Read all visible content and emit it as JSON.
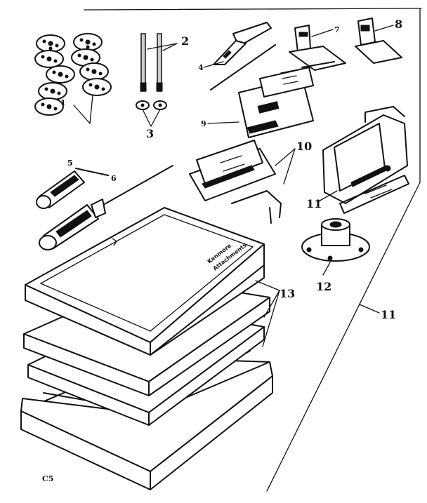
{
  "callouts": {
    "c1": "1",
    "c2": "2",
    "c3": "3",
    "c4": "4",
    "c5": "5",
    "c6": "6",
    "c7": "7",
    "c8": "8",
    "c9": "9",
    "c10": "10",
    "c11": "11",
    "c12": "12",
    "c13": "13",
    "c14": "11"
  },
  "lid_label": [
    "Kenmore",
    "Attachments"
  ],
  "corner_code": "C5"
}
